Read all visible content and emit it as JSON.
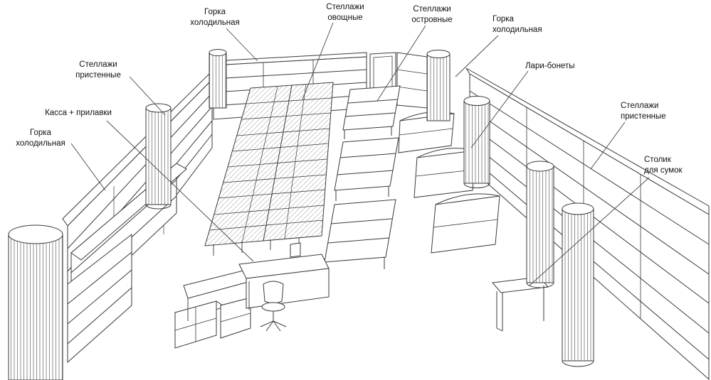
{
  "diagram": {
    "labels": [
      {
        "id": "gorka-kholodilnaya-back-left",
        "text": "Горка\nхолодильная"
      },
      {
        "id": "stellazhi-ovoshchnye",
        "text": "Стеллажи\nовощные"
      },
      {
        "id": "stellazhi-ostrovnye",
        "text": "Стеллажи\nостровные"
      },
      {
        "id": "gorka-kholodilnaya-back-right",
        "text": "Горка\nхолодильная"
      },
      {
        "id": "lari-bonety",
        "text": "Лари-бонеты"
      },
      {
        "id": "stellazhi-pristennye-right",
        "text": "Стеллажи\nпристенные"
      },
      {
        "id": "stolik-dlya-sumok",
        "text": "Столик\nдля сумок"
      },
      {
        "id": "stellazhi-pristennye-left",
        "text": "Стеллажи\nпристенные"
      },
      {
        "id": "kassa-prilavki",
        "text": "Касса + прилавки"
      },
      {
        "id": "gorka-kholodilnaya-left",
        "text": "Горка\nхолодильная"
      }
    ],
    "colors": {
      "line": "#3a3a3a",
      "background": "#ffffff",
      "label_text": "#111111"
    }
  }
}
